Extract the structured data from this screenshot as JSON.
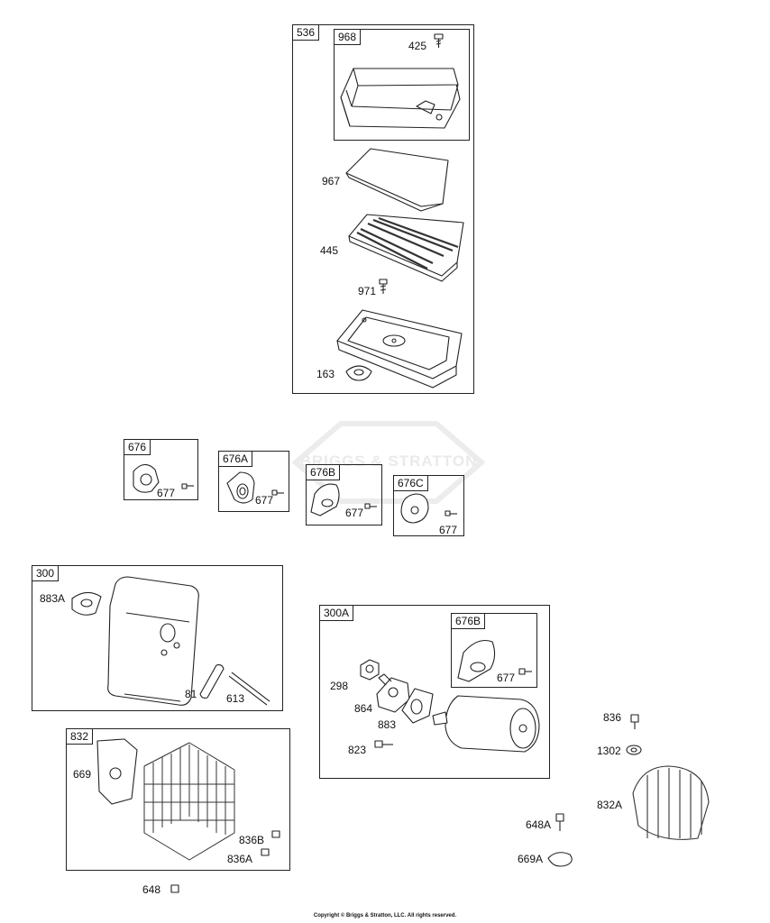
{
  "boxes": {
    "b536": "536",
    "b968": "968",
    "b676": "676",
    "b676a": "676A",
    "b676b": "676B",
    "b676c": "676C",
    "b300": "300",
    "b300a": "300A",
    "b676b2": "676B",
    "b832": "832"
  },
  "labels": {
    "l425": "425",
    "l967": "967",
    "l445": "445",
    "l971": "971",
    "l163": "163",
    "l677a": "677",
    "l677b": "677",
    "l677c": "677",
    "l677d": "677",
    "l883a": "883A",
    "l81": "81",
    "l613": "613",
    "l298": "298",
    "l864": "864",
    "l883": "883",
    "l823": "823",
    "l677e": "677",
    "l669": "669",
    "l836b": "836B",
    "l836a": "836A",
    "l648": "648",
    "l836": "836",
    "l1302": "1302",
    "l832a": "832A",
    "l648a": "648A",
    "l669a": "669A"
  },
  "watermark": "BRIGGS & STRATTON",
  "copyright": "Copyright © Briggs & Stratton, LLC. All rights reserved."
}
